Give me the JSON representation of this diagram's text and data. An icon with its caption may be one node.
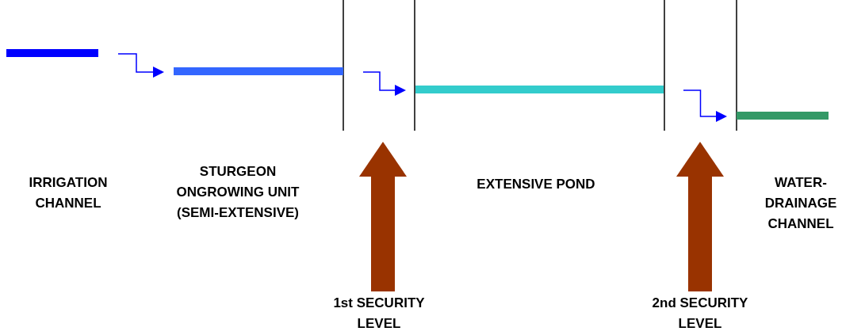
{
  "diagram": {
    "nodes": [
      {
        "text": [],
        "shape": "bar"
      },
      {
        "text": [],
        "shape": "bar"
      },
      {
        "text": [],
        "shape": "bar"
      },
      {
        "text": [],
        "shape": "bar"
      },
      {
        "text": [
          "1st SECURITY LEVEL"
        ]
      },
      {
        "text": [
          "2nd SECURITY LEVEL"
        ]
      }
    ],
    "edges": [
      {
        "from": 0,
        "to": 1,
        "arrow": "to"
      },
      {
        "from": 1,
        "to": 2,
        "arrow": "to"
      },
      {
        "from": 2,
        "to": 3,
        "arrow": "to"
      },
      {
        "from": 4,
        "to": 2,
        "arrow": "to",
        "style": "thick",
        "color": "#993300"
      },
      {
        "from": 5,
        "to": 3,
        "arrow": "to",
        "style": "thick",
        "color": "#993300"
      }
    ],
    "labels": [
      "IRRIGATION CHANNEL",
      "STURGEON ONGROWING UNIT (SEMI-EXTENSIVE)",
      "EXTENSIVE POND",
      "WATER- DRAINAGE CHANNEL"
    ]
  }
}
